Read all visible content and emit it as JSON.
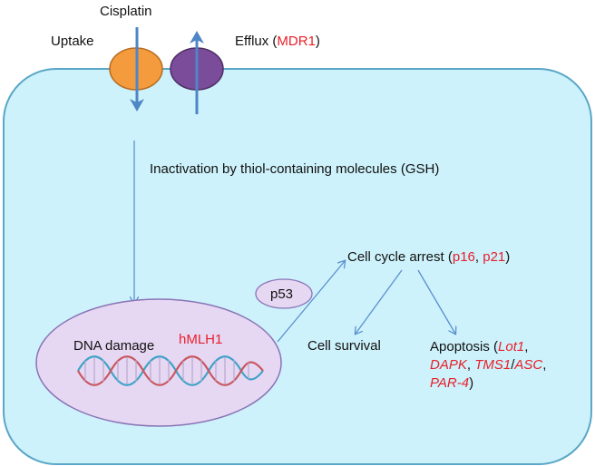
{
  "colors": {
    "cell_fill": "#cdf2fb",
    "cell_stroke": "#5aa7c7",
    "arrow": "#5b8fd1",
    "uptake_channel": "#f39b3d",
    "efflux_channel": "#7a4c9a",
    "nucleus_fill": "#e6d8f3",
    "nucleus_stroke": "#8a74b6",
    "red_text": "#e8202a"
  },
  "labels": {
    "cisplatin": "Cisplatin",
    "uptake": "Uptake",
    "efflux": "Efflux (",
    "mdr1": "MDR1",
    "efflux_close": ")",
    "inactivation": "Inactivation by thiol-containing molecules (GSH)",
    "cell_cycle_arrest": "Cell cycle arrest (",
    "p16": "p16",
    "comma_space": ", ",
    "p21": "p21",
    "close_paren": ")",
    "p53": "p53",
    "dna_damage": "DNA damage",
    "hmlh1": "hMLH1",
    "cell_survival": "Cell survival",
    "apoptosis": "Apoptosis (",
    "lot1": "Lot1",
    "comma": ",",
    "dapk": "DAPK",
    "tms1": "TMS1",
    "slash": "/",
    "asc": "ASC",
    "par4": "PAR-4",
    "apoptosis_close": ")"
  }
}
